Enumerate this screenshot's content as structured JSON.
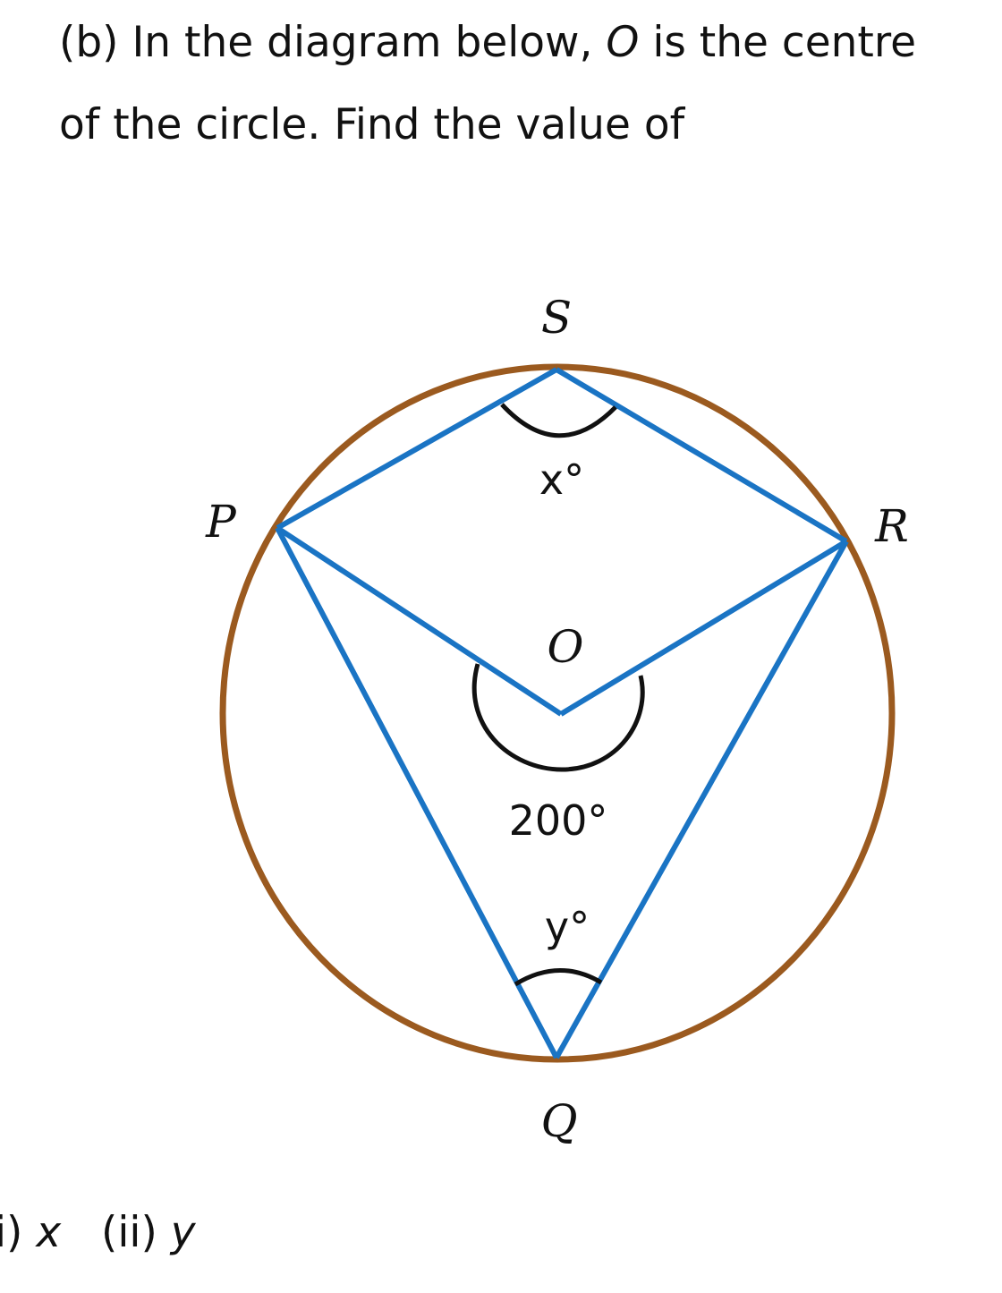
{
  "question": {
    "line1_prefix": "(b) In the diagram below, ",
    "line1_var": "O",
    "line1_suffix": " is the centre",
    "line2": "of the circle. Find the value of",
    "part_i_label": "i) ",
    "part_i_var": "x",
    "part_ii_label": "(ii) ",
    "part_ii_var": "y"
  },
  "diagram": {
    "points": {
      "S": "S",
      "P": "P",
      "R": "R",
      "O": "O",
      "Q": "Q"
    },
    "angles": {
      "x": "x°",
      "reflex_O": "200°",
      "y": "y°"
    },
    "colors": {
      "circle": "#9b5a1f",
      "lines": "#1a74c4",
      "arcs": "#111111"
    }
  }
}
